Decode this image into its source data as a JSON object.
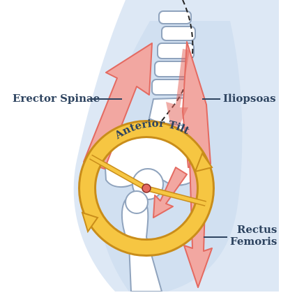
{
  "labels": {
    "erector_spinae": "Erector Spinae",
    "iliopsoas": "Iliopsoas",
    "rectus_line1": "Rectus",
    "rectus_line2": "Femoris",
    "anterior_tilt": "Anterior Tilt"
  },
  "colors": {
    "body": "#dde8f5",
    "body_inner": "#c9dbef",
    "bone": "#ffffff",
    "bone_outline": "#8fa3bd",
    "muscle": "#f2a7a1",
    "muscle_dark": "#e46a61",
    "ring": "#f6c642",
    "ring_outline": "#c98d1a",
    "text": "#2e4460",
    "spine_dash": "#222222"
  }
}
